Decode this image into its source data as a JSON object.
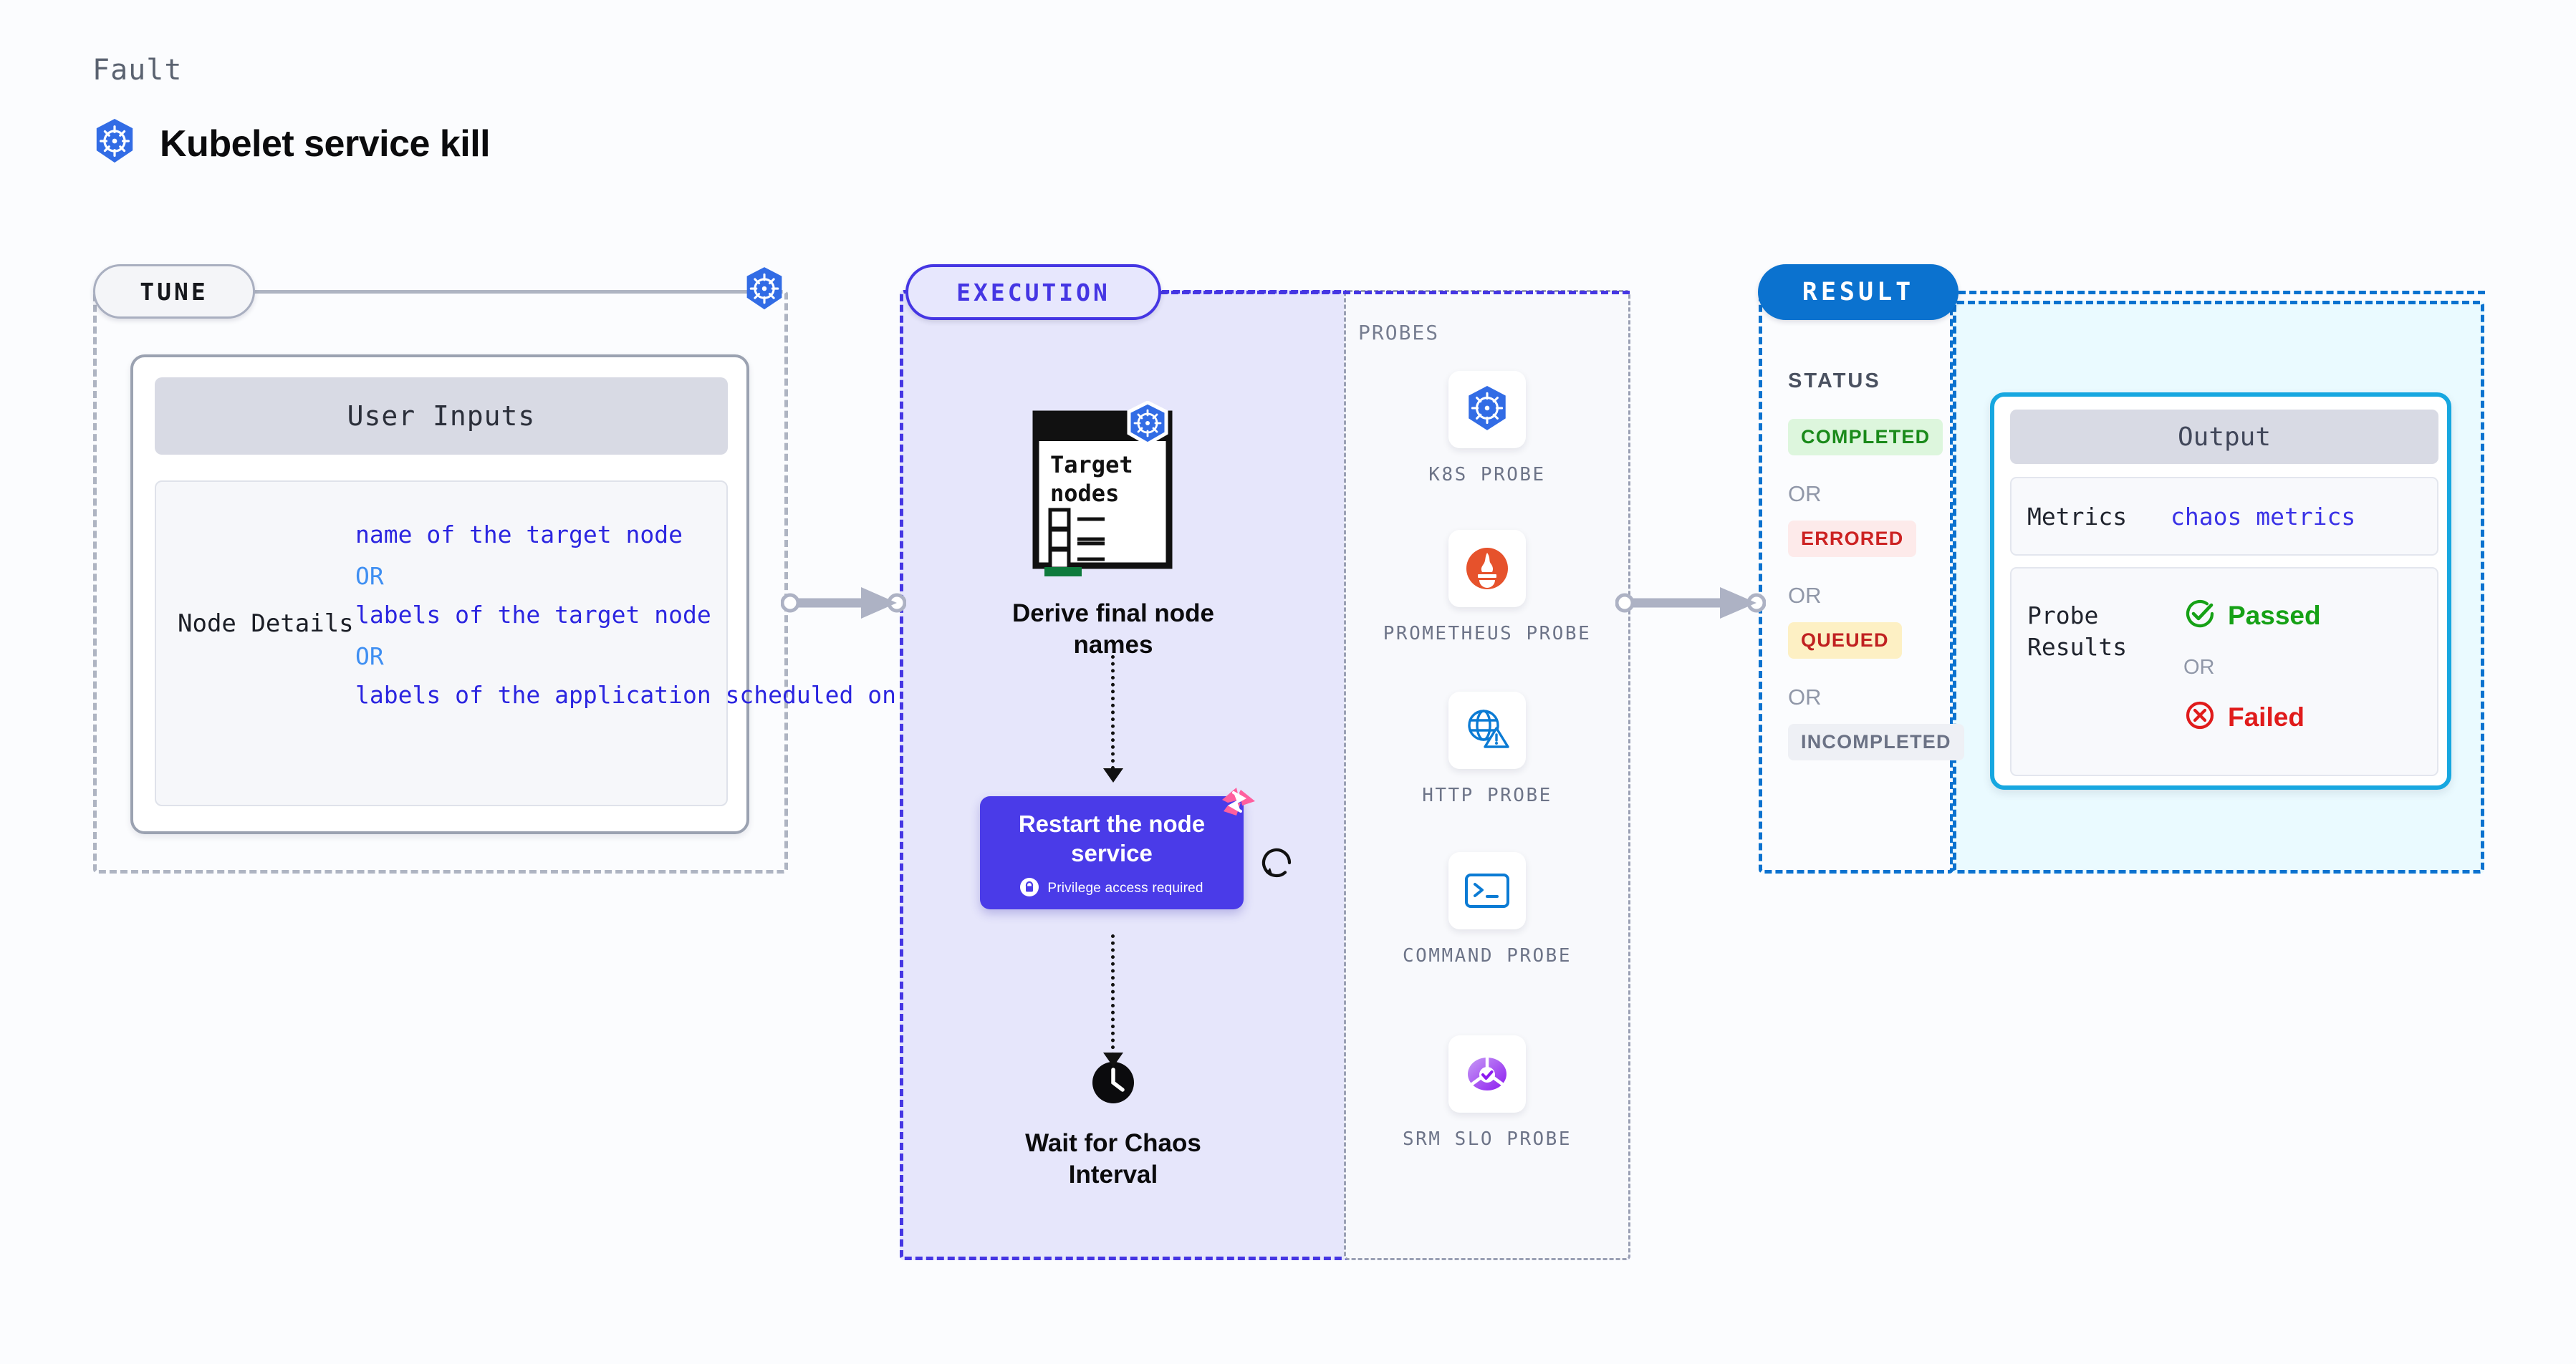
{
  "header": {
    "kicker": "Fault",
    "title": "Kubelet service kill",
    "icon": "kubernetes-icon"
  },
  "tune": {
    "pill_label": "TUNE",
    "badge_icon": "kubernetes-icon",
    "card": {
      "header": "User Inputs",
      "rows": [
        {
          "label": "Node Details",
          "options": [
            "name of the target node",
            "labels of the target node",
            "labels of the application scheduled on target node"
          ],
          "separator": "OR"
        }
      ]
    }
  },
  "execution": {
    "pill_label": "EXECUTION",
    "steps": [
      {
        "name": "derive-final-node-names",
        "label": "Derive final node names",
        "doc_title": "Target nodes",
        "doc_badge_icon": "kubernetes-icon"
      },
      {
        "name": "restart-the-node-service",
        "label": "Restart the node service",
        "note": "Privilege access required",
        "note_icon": "lock-icon",
        "corner_icon": "harness-logo-icon",
        "side_icon": "refresh-icon"
      },
      {
        "name": "wait-for-chaos-interval",
        "label": "Wait for Chaos Interval",
        "icon": "clock-icon"
      }
    ]
  },
  "probes": {
    "title": "PROBES",
    "items": [
      {
        "label": "K8S PROBE",
        "icon": "kubernetes-icon"
      },
      {
        "label": "PROMETHEUS PROBE",
        "icon": "prometheus-icon"
      },
      {
        "label": "HTTP PROBE",
        "icon": "globe-warning-icon"
      },
      {
        "label": "COMMAND PROBE",
        "icon": "terminal-icon"
      },
      {
        "label": "SRM SLO PROBE",
        "icon": "srm-slo-icon"
      }
    ]
  },
  "result": {
    "pill_label": "RESULT",
    "status_title": "STATUS",
    "or_label": "OR",
    "statuses": [
      {
        "label": "COMPLETED",
        "bg": "#ddf6dd",
        "fg": "#1a8a1a"
      },
      {
        "label": "ERRORED",
        "bg": "#fdeaea",
        "fg": "#cc2222"
      },
      {
        "label": "QUEUED",
        "bg": "#fdf0c4",
        "fg": "#c02121"
      },
      {
        "label": "INCOMPLETED",
        "bg": "#eef0f5",
        "fg": "#6b7285"
      }
    ]
  },
  "output": {
    "header": "Output",
    "metrics_label": "Metrics",
    "metrics_value": "chaos metrics",
    "probe_results_label": "Probe Results",
    "passed_label": "Passed",
    "failed_label": "Failed",
    "or_label": "OR"
  },
  "colors": {
    "tune_accent": "#aeb4c2",
    "execution_accent": "#4536e3",
    "result_accent": "#0b72cf",
    "output_accent": "#17a7e0",
    "kubernetes_blue": "#326ce5",
    "restart_card": "#4a3be8",
    "harness_pink": "#ff6399"
  }
}
